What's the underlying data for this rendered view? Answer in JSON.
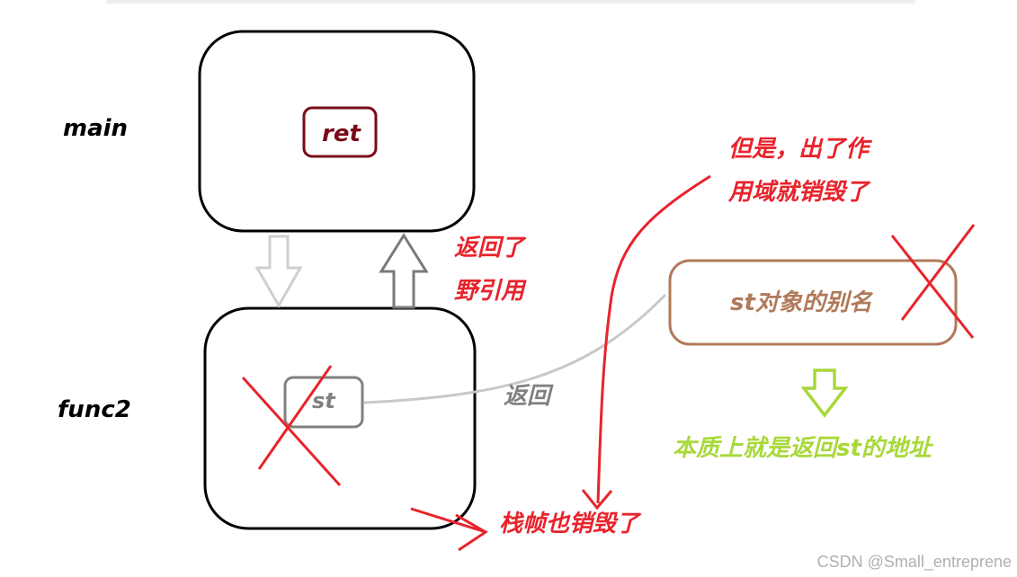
{
  "frames": {
    "main": {
      "label": "main"
    },
    "func2": {
      "label": "func2"
    }
  },
  "variables": {
    "ret": "ret",
    "st": "st"
  },
  "alias_box": {
    "text": "st对象的别名"
  },
  "annotations": {
    "return_dangling_line1": "返回了",
    "return_dangling_line2": "野引用",
    "scope_destroyed_line1": "但是，出了作",
    "scope_destroyed_line2": "用域就销毁了",
    "return_label": "返回",
    "essence": "本质上就是返回st的地址",
    "stack_frame_destroyed": "栈帧也销毁了"
  },
  "watermark": "CSDN @Small_entreprene",
  "colors": {
    "frame_border": "#000000",
    "ret_border": "#7a0a1a",
    "ret_text": "#7a0a1a",
    "st_border": "#808080",
    "st_text": "#808080",
    "alias_border": "#b07a5a",
    "alias_text": "#b07a5a",
    "red": "#e8232c",
    "green": "#a8d83a",
    "gray_arrow_fill": "#d8d8d8",
    "gray_arrow_stroke": "#7a7a7a"
  }
}
